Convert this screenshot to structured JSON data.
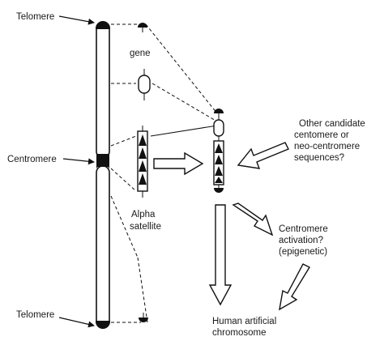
{
  "labels": {
    "telomere_top": "Telomere",
    "centromere": "Centromere",
    "telomere_bottom": "Telomere",
    "gene": "gene",
    "alpha_line1": "Alpha",
    "alpha_line2": "satellite",
    "other_line1": "Other candidate",
    "other_line2": "centomere or",
    "other_line3": "neo-centromere",
    "other_line4": "sequences?",
    "activation_line1": "Centromere",
    "activation_line2": "activation?",
    "activation_line3": "(epigenetic)",
    "hac_line1": "Human artificial",
    "hac_line2": "chromosome"
  }
}
